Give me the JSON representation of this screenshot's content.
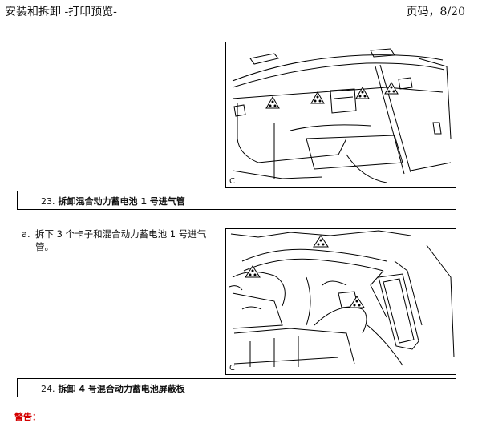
{
  "header": {
    "title": "安装和拆卸 -打印预览-",
    "page_indicator": "页码，8/20"
  },
  "figures": [
    {
      "label": "C"
    },
    {
      "label": "C"
    }
  ],
  "steps": [
    {
      "number": "23.",
      "title": "拆卸混合动力蓄电池 1 号进气管"
    },
    {
      "number": "24.",
      "title": "拆卸 4 号混合动力蓄电池屏蔽板"
    }
  ],
  "sub_items": [
    {
      "letter": "a.",
      "text": "拆下 3 个卡子和混合动力蓄电池 1 号进气管。"
    }
  ],
  "warning": {
    "label": "警告："
  },
  "colors": {
    "warning": "#d40000",
    "line": "#000000"
  }
}
